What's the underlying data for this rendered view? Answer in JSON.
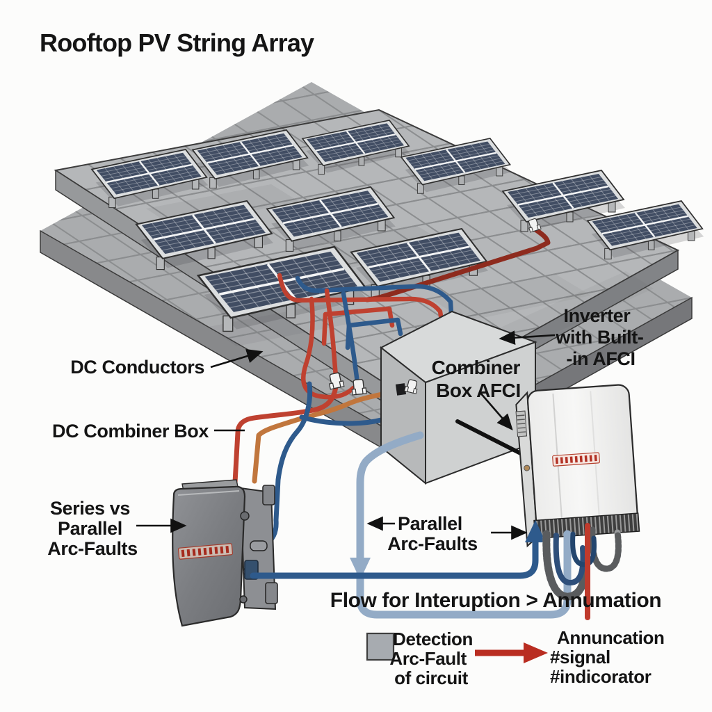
{
  "title": "Rooftop PV String Array",
  "labels": {
    "dc_conductors": "DC Conductors",
    "dc_combiner_box": "DC Combiner Box",
    "series_arc_faults": {
      "l1": "Series vs",
      "l2": "Parallel",
      "l3": "Arc-Faults"
    },
    "parallel_arc_faults": {
      "l1": "Parallel",
      "l2": "Arc-Faults"
    },
    "combiner_box_afci": {
      "l1": "Combiner",
      "l2": "Box AFCI"
    },
    "inverter_afci": {
      "l1": "Inverter",
      "l2": "with Built-",
      "l3": "-in AFCI"
    },
    "flow_note": "Flow for Interuption > Annumation"
  },
  "legend": {
    "detection": {
      "l1": "Detection",
      "l2": "Arc-Fault",
      "l3": "of circuit"
    },
    "annunciation": {
      "l1": "Annuncation",
      "l2": "#signal",
      "l3": "#indicorator"
    }
  },
  "colors": {
    "wire_red": "#bf4130",
    "wire_dark_red": "#8e2b1e",
    "wire_blue": "#2e5a8c",
    "wire_orange": "#c1763d",
    "flow_light_blue": "#93abc6",
    "flow_dark_blue": "#2e5a8c",
    "annunciation_red": "#bf3a2c",
    "legend_arrow_red": "#b92d21",
    "legend_box_gray": "#a7abb0",
    "panel_cell": "#414d63",
    "roof_gray": "#b5b7b9"
  }
}
